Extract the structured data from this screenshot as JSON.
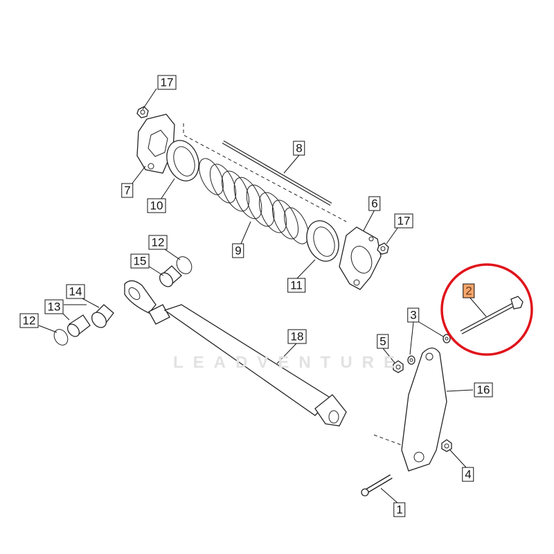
{
  "diagram": {
    "watermark": "LEADVENTURE",
    "highlight_color": "#f5a46a",
    "circle_color": "#e0141b",
    "highlighted_callout": "2",
    "callouts": [
      {
        "id": "17a",
        "label": "17"
      },
      {
        "id": "8",
        "label": "8"
      },
      {
        "id": "7",
        "label": "7"
      },
      {
        "id": "10",
        "label": "10"
      },
      {
        "id": "6",
        "label": "6"
      },
      {
        "id": "17b",
        "label": "17"
      },
      {
        "id": "9",
        "label": "9"
      },
      {
        "id": "12a",
        "label": "12"
      },
      {
        "id": "15",
        "label": "15"
      },
      {
        "id": "11",
        "label": "11"
      },
      {
        "id": "2",
        "label": "2"
      },
      {
        "id": "14",
        "label": "14"
      },
      {
        "id": "13",
        "label": "13"
      },
      {
        "id": "12b",
        "label": "12"
      },
      {
        "id": "3",
        "label": "3"
      },
      {
        "id": "18",
        "label": "18"
      },
      {
        "id": "5",
        "label": "5"
      },
      {
        "id": "16",
        "label": "16"
      },
      {
        "id": "4",
        "label": "4"
      },
      {
        "id": "1",
        "label": "1"
      }
    ]
  }
}
